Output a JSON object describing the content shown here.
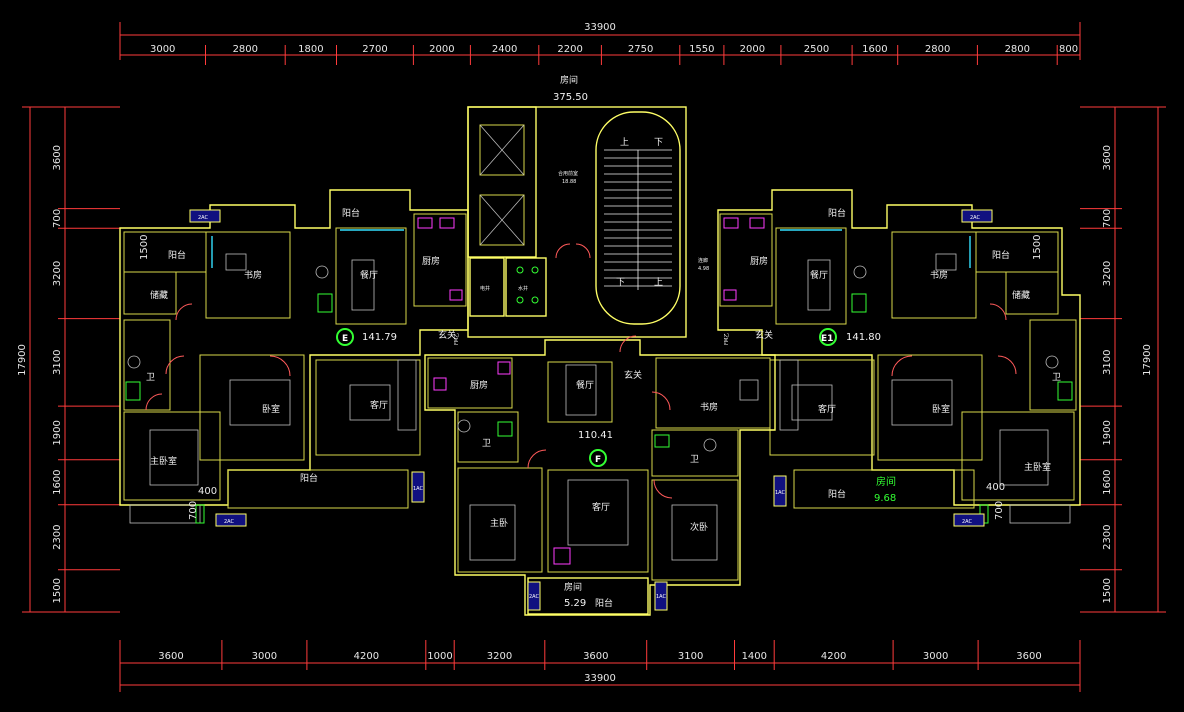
{
  "dimensions": {
    "top_total": "33900",
    "top_segments": [
      "3000",
      "2800",
      "1800",
      "2700",
      "2000",
      "2400",
      "2200",
      "2750",
      "1550",
      "2000",
      "2500",
      "1600",
      "2800",
      "2800",
      "800"
    ],
    "bottom_total": "33900",
    "bottom_segments": [
      "3600",
      "3000",
      "4200",
      "1000",
      "3200",
      "3600",
      "3100",
      "1400",
      "4200",
      "3000",
      "3600"
    ],
    "left_total": "17900",
    "left_segments": [
      "3600",
      "700",
      "3200",
      "3100",
      "1900",
      "1600",
      "2300",
      "1500"
    ],
    "right_total": "17900",
    "right_segments": [
      "3600",
      "700",
      "3200",
      "3100",
      "1900",
      "1600",
      "2300",
      "1500"
    ]
  },
  "units": [
    {
      "letter": "E",
      "area": "141.79"
    },
    {
      "letter": "E1",
      "area": "141.80"
    },
    {
      "letter": "F",
      "area": "110.41"
    }
  ],
  "core": {
    "top_label": "房间",
    "top_value": "375.50",
    "elevator_hall_label": "合用前室",
    "elevator_hall_value": "18.88",
    "corridor_label": "连廊",
    "corridor_value": "4.98",
    "electric_room": "电井",
    "water_well": "水井",
    "stair_up": "上",
    "stair_down": "下"
  },
  "rooms": {
    "balcony": "阳台",
    "study": "书房",
    "storage": "储藏",
    "dining": "餐厅",
    "kitchen": "厨房",
    "foyer": "玄关",
    "living": "客厅",
    "bedroom": "卧室",
    "master_bedroom": "主卧室",
    "master_bed_short": "主卧",
    "guest_bed": "次卧",
    "wc": "卫",
    "fireproof_door": "FM乙"
  },
  "annotations": {
    "right_balcony_label": "房间",
    "right_balcony_value": "9.68",
    "bottom_balcony_label": "房间",
    "bottom_balcony_value": "5.29",
    "left_dim_400": "400",
    "left_dim_700": "700",
    "right_dim_400": "400",
    "right_dim_700": "700",
    "left_dim_1500": "1500",
    "right_dim_1500": "1500",
    "ac": "2AC",
    "ac_vertical": "1AC"
  },
  "colors": {
    "background": "#000000",
    "walls": "#ffff66",
    "dimension": "#ff3b3b",
    "unit_marker": "#33ff33",
    "fixtures": "#ff3cff",
    "glass": "#33e0ff"
  }
}
